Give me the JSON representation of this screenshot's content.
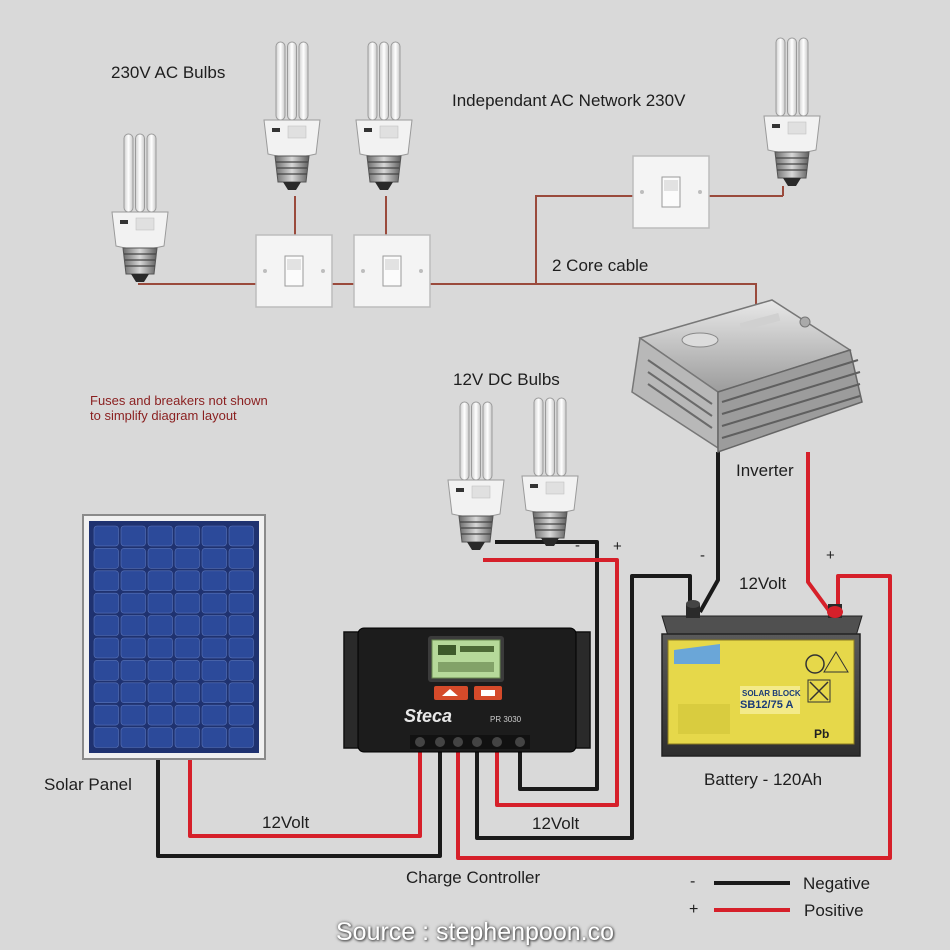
{
  "labels": {
    "ac_bulbs": "230V AC Bulbs",
    "ac_network": "Independant AC Network 230V",
    "core_cable": "2 Core cable",
    "dc_bulbs": "12V DC Bulbs",
    "fuses_line1": "Fuses and breakers not shown",
    "fuses_line2": "to simplify diagram layout",
    "inverter": "Inverter",
    "battery_voltage": "12Volt",
    "battery": "Battery - 120Ah",
    "solar_panel": "Solar Panel",
    "panel_voltage": "12Volt",
    "controller_voltage": "12Volt",
    "charge_controller": "Charge Controller",
    "minus_sign": "-",
    "plus_sign": "+"
  },
  "legend": {
    "negative_sign": "-",
    "negative_label": "Negative",
    "positive_sign": "+",
    "positive_label": "Positive"
  },
  "controller_brand": "Steca",
  "controller_model": "PR 3030",
  "battery_model_line1": "SOLAR BLOCK",
  "battery_model_line2": "SB12/75 A",
  "battery_pb": "Pb",
  "source": "Source : stephenpoon.co",
  "colors": {
    "negative_wire": "#1a1a1a",
    "positive_wire": "#d6202a",
    "ac_wire": "#9a4a3c",
    "background": "#d9d9d9",
    "panel_cell": "#2c4a9a",
    "battery_body": "#e6d84a"
  }
}
